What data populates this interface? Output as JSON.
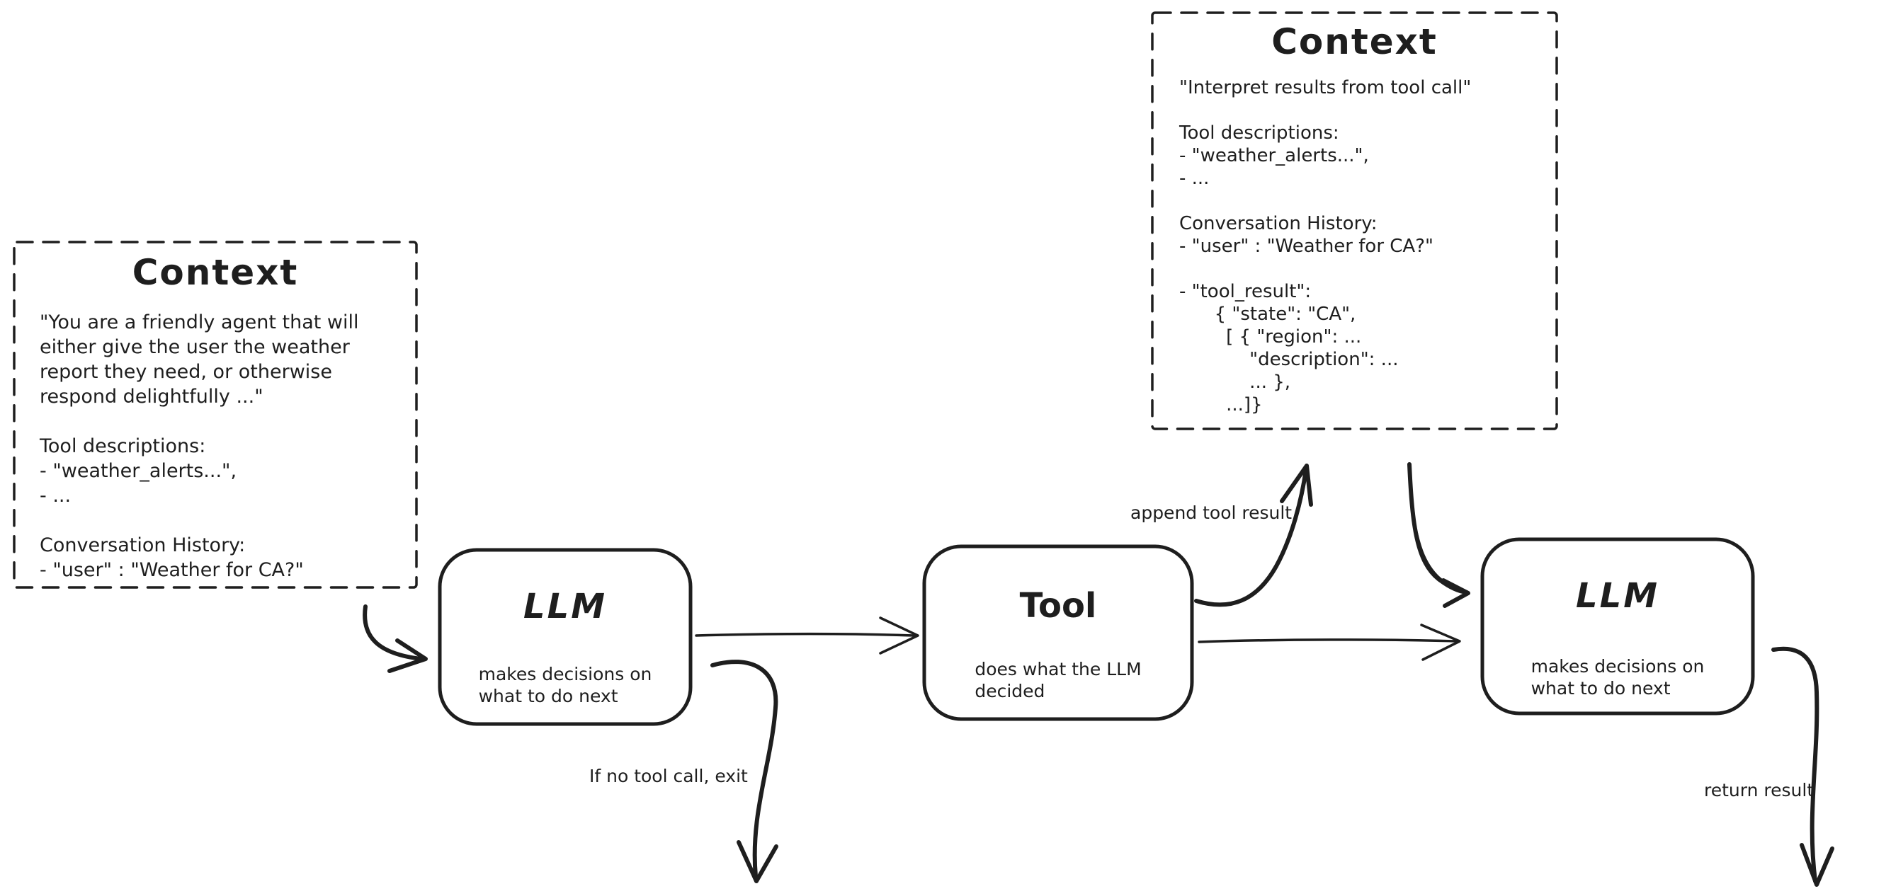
{
  "canvas": {
    "background_color": "#ffffff",
    "ink_color": "#1e1e1e"
  },
  "context_left": {
    "title": "Context",
    "body": "\"You are a friendly agent that will\neither give the user the weather\nreport they need, or otherwise\nrespond delightfully ...\"\n\nTool descriptions:\n- \"weather_alerts...\",\n- ...\n\nConversation History:\n- \"user\" : \"Weather for CA?\""
  },
  "context_top_right": {
    "title": "Context",
    "body": "\"Interpret results from tool call\"\n\nTool descriptions:\n- \"weather_alerts...\",\n- ...\n\nConversation History:\n- \"user\" : \"Weather for CA?\"\n\n- \"tool_result\":\n      { \"state\": \"CA\",\n        [ { \"region\": ...\n            \"description\": ...\n            ... },\n        ...]}"
  },
  "nodes": {
    "llm_1": {
      "title": "LLM",
      "subtitle": "makes decisions on\nwhat to do next"
    },
    "tool": {
      "title": "Tool",
      "subtitle": "does what the LLM\ndecided"
    },
    "llm_2": {
      "title": "LLM",
      "subtitle": "makes decisions on\nwhat to do next"
    }
  },
  "edge_labels": {
    "append_tool_result": "append tool result",
    "if_no_tool_call_exit": "If no tool call, exit",
    "return_result": "return result"
  }
}
